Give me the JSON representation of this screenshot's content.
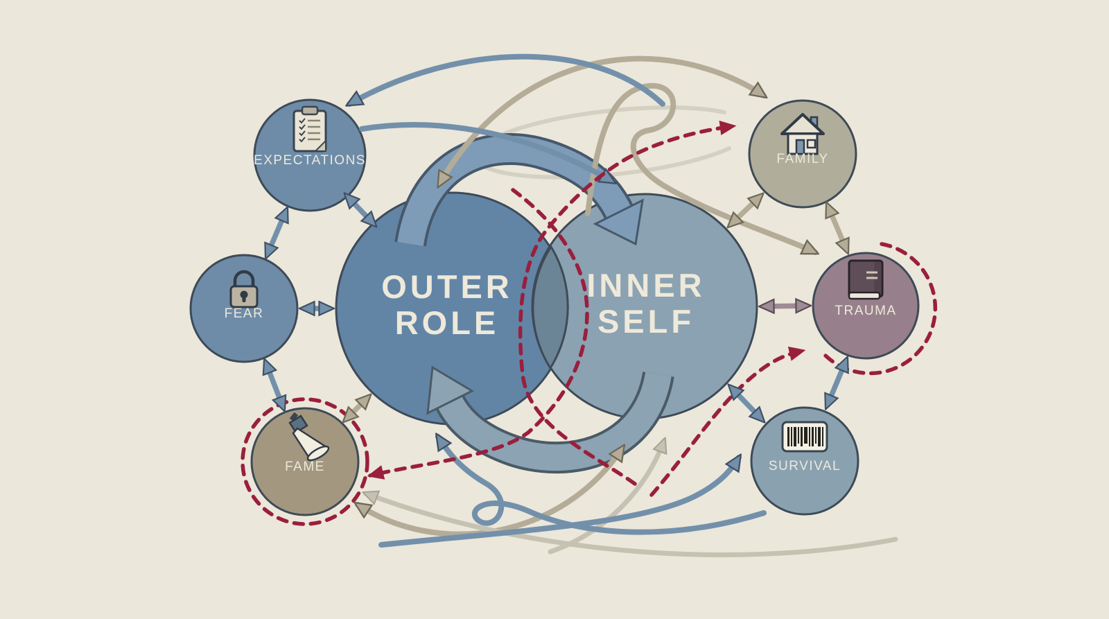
{
  "diagram": {
    "title": "Outer Role / Inner Self relationship diagram",
    "background": "#ebe7da",
    "center": {
      "outer_role": {
        "line1": "OUTER",
        "line2": "ROLE",
        "fill": "#6285a6"
      },
      "inner_self": {
        "line1": "INNER",
        "line2": "SELF",
        "fill": "#8ba2b2"
      },
      "overlap_fill": "#6b8496"
    },
    "nodes": [
      {
        "id": "expectations",
        "label": "EXPECTATIONS",
        "icon": "clipboard-checklist-icon",
        "fill": "#6e8ca8",
        "dashed_ring": false
      },
      {
        "id": "fear",
        "label": "FEAR",
        "icon": "padlock-icon",
        "fill": "#6e8ca8",
        "dashed_ring": false
      },
      {
        "id": "fame",
        "label": "FAME",
        "icon": "spotlight-icon",
        "fill": "#a3977f",
        "dashed_ring": true
      },
      {
        "id": "family",
        "label": "FAMILY",
        "icon": "house-icon",
        "fill": "#b1ad9b",
        "dashed_ring": false
      },
      {
        "id": "trauma",
        "label": "TRAUMA",
        "icon": "book-icon",
        "fill": "#97808b",
        "dashed_ring": true
      },
      {
        "id": "survival",
        "label": "SURVIVAL",
        "icon": "barcode-icon",
        "fill": "#8aa2b0",
        "dashed_ring": false
      }
    ],
    "palette": {
      "blue_arrow": "#7390ab",
      "tan_arrow": "#b4ac97",
      "gray_arrow": "#c6c2b2",
      "mauve_arrow": "#9d8b95",
      "red_dashed": "#9a1f3d",
      "cycle_arrow_top": "#7e9cb8",
      "cycle_arrow_top_outline": "#46586b",
      "cycle_arrow_bottom": "#8ba3b3",
      "cycle_arrow_bottom_outline": "#4a5a66",
      "circle_outline": "#3e4a57",
      "label_text": "#ece9dc",
      "faint_orbit": "#cdc9b9"
    },
    "connections": [
      {
        "from": "expectations",
        "to": "fear",
        "style": "double-arrow",
        "color": "blue"
      },
      {
        "from": "expectations",
        "to": "outer_role",
        "style": "double-arrow",
        "color": "blue"
      },
      {
        "from": "fear",
        "to": "outer_role",
        "style": "double-arrow",
        "color": "blue"
      },
      {
        "from": "fear",
        "to": "fame",
        "style": "double-arrow",
        "color": "blue"
      },
      {
        "from": "fame",
        "to": "outer_role",
        "style": "double-arrow",
        "color": "tan"
      },
      {
        "from": "family",
        "to": "inner_self",
        "style": "double-arrow",
        "color": "tan"
      },
      {
        "from": "family",
        "to": "trauma",
        "style": "double-arrow",
        "color": "tan"
      },
      {
        "from": "trauma",
        "to": "inner_self",
        "style": "double-arrow",
        "color": "mauve"
      },
      {
        "from": "trauma",
        "to": "survival",
        "style": "double-arrow",
        "color": "blue"
      },
      {
        "from": "survival",
        "to": "inner_self",
        "style": "double-arrow",
        "color": "blue"
      },
      {
        "from": "outer_role",
        "to": "inner_self",
        "style": "large-cycle-arrow-top",
        "color": "blue"
      },
      {
        "from": "inner_self",
        "to": "outer_role",
        "style": "large-cycle-arrow-bottom",
        "color": "blue-gray"
      },
      {
        "from": "inner_self",
        "to": "expectations",
        "style": "long-curved-arrow",
        "color": "blue"
      },
      {
        "from": "expectations",
        "to": "inner_self",
        "style": "long-curved-arrow",
        "color": "blue"
      },
      {
        "from": "outer_role",
        "to": "family",
        "style": "long-curved-double-arrow",
        "color": "tan"
      },
      {
        "from": "inner_self",
        "to": "trauma",
        "style": "looped-curved-arrow",
        "color": "tan"
      },
      {
        "from": "center_overlap",
        "to": "family",
        "style": "dashed-arrow",
        "color": "red"
      },
      {
        "from": "center_overlap",
        "to": "fame",
        "style": "dashed-arrow",
        "color": "red"
      },
      {
        "from": "survival",
        "to": "trauma",
        "style": "dashed-arrow",
        "color": "red"
      },
      {
        "from": "fame",
        "to": "inner_self",
        "style": "long-curved-double-arrow",
        "color": "tan"
      },
      {
        "from": "right-edge",
        "to": "fame",
        "style": "long-curved-arrow",
        "color": "gray"
      },
      {
        "from": "bottom",
        "to": "inner_self",
        "style": "long-curved-arrow",
        "color": "gray"
      },
      {
        "from": "fame",
        "to": "survival",
        "style": "long-curved-arrow",
        "color": "blue"
      },
      {
        "from": "survival",
        "to": "outer_role",
        "style": "looped-curved-arrow",
        "color": "blue"
      }
    ]
  }
}
